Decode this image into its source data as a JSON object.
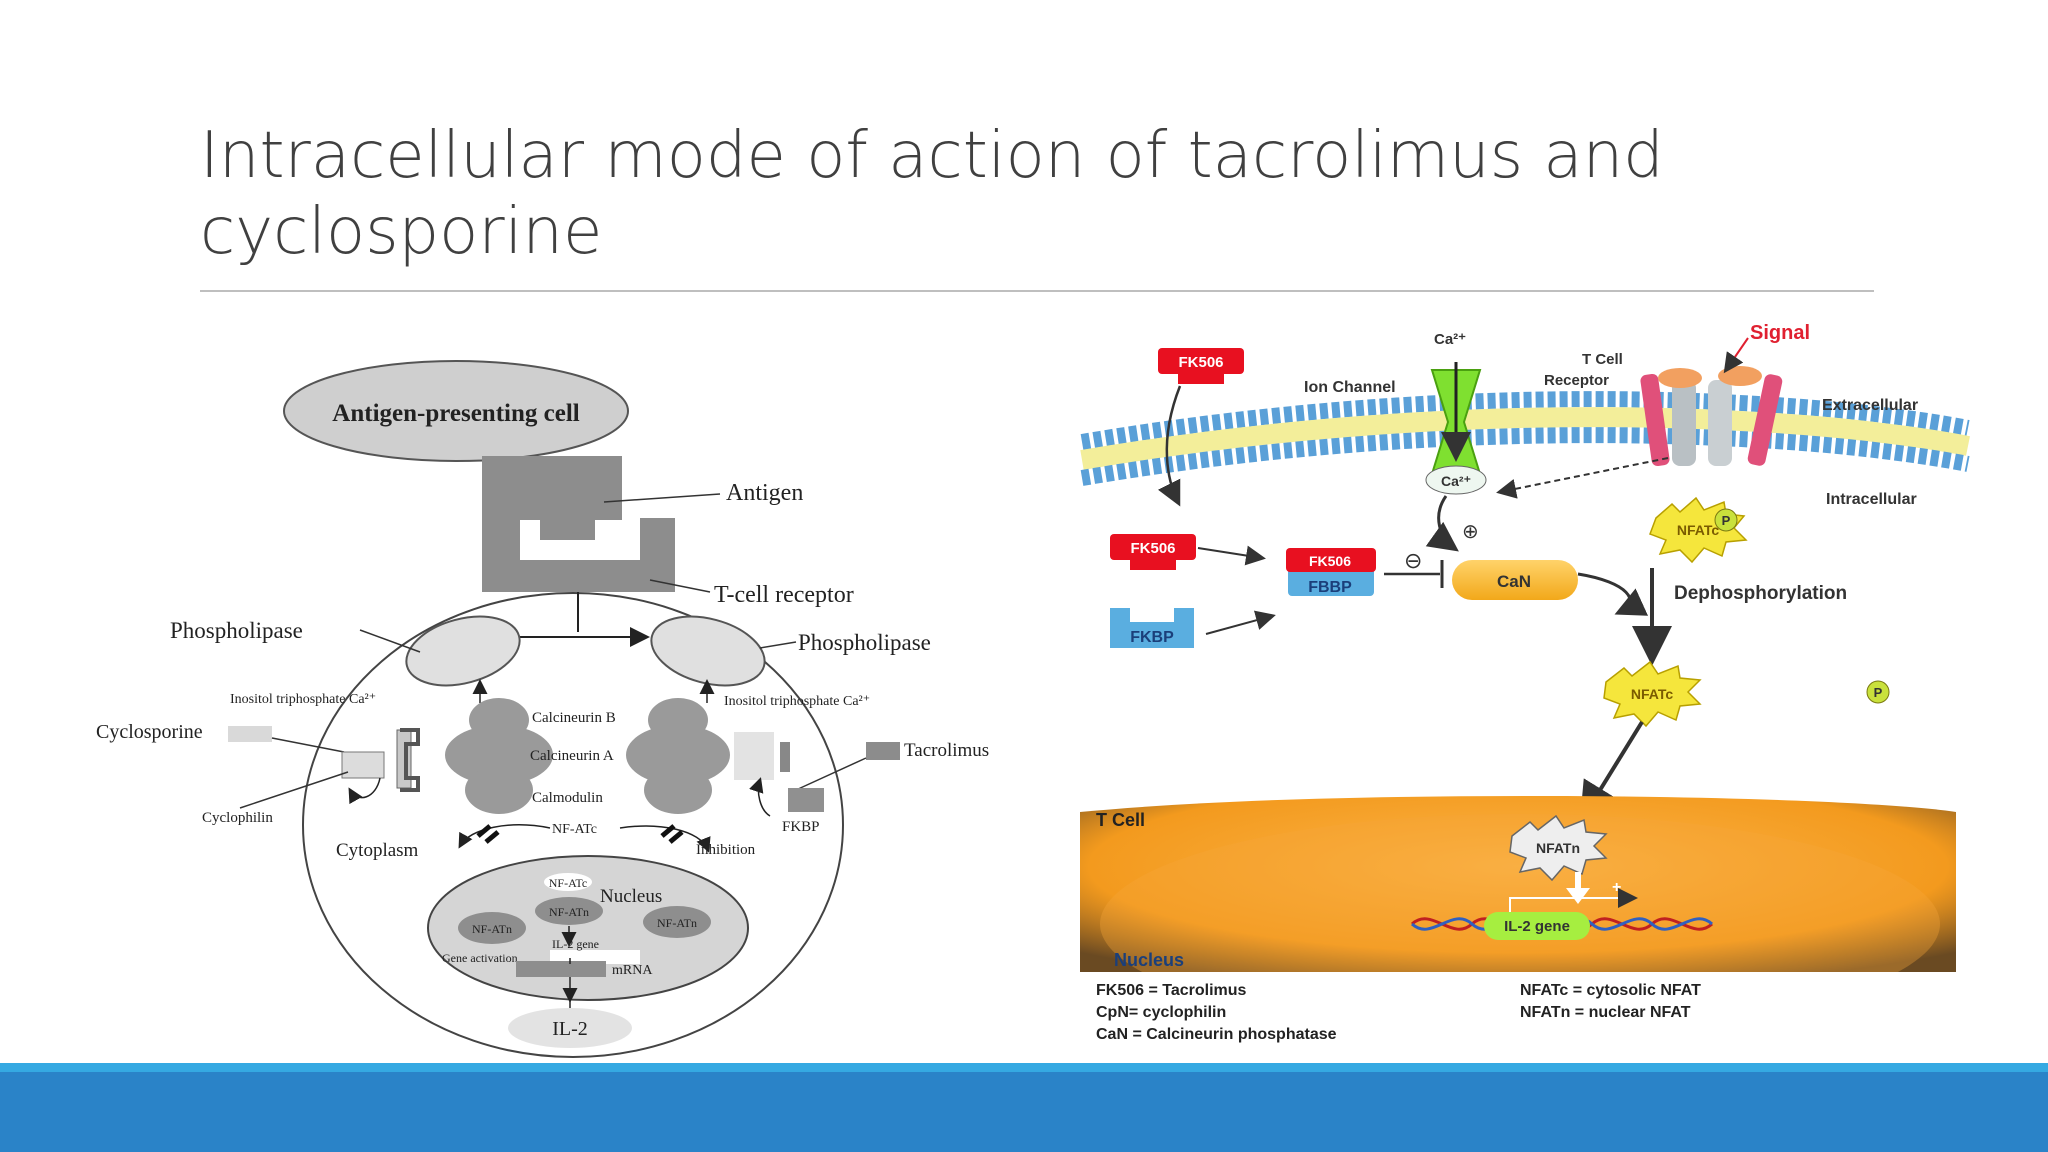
{
  "slide": {
    "title_line1": "Intracellular mode of action of tacrolimus and",
    "title_line2": "cyclosporine"
  },
  "left_diagram": {
    "apc": "Antigen-presenting cell",
    "antigen": "Antigen",
    "tcr": "T-cell receptor",
    "phospholipase_left": "Phospholipase",
    "phospholipase_right": "Phospholipase",
    "ip3_left": "Inositol triphosphate Ca²⁺",
    "ip3_right": "Inositol triphosphate Ca²⁺",
    "calcineurin_b": "Calcineurin B",
    "calcineurin_a": "Calcineurin A",
    "calmodulin": "Calmodulin",
    "cyclosporine": "Cyclosporine",
    "cyclophilin": "Cyclophilin",
    "tacrolimus": "Tacrolimus",
    "fkbp": "FKBP",
    "cytoplasm": "Cytoplasm",
    "nfatc_top": "NF-ATc",
    "inhibition": "Inhibition",
    "nucleus": "Nucleus",
    "nfatc_nuc": "NF-ATc",
    "nfatn_nuc": "NF-ATn",
    "nfatn_left": "NF-ATn",
    "nfatn_right": "NF-ATn",
    "il2_gene": "IL-2 gene",
    "gene_activation": "Gene activation",
    "mrna": "mRNA",
    "il2": "IL-2"
  },
  "right_diagram": {
    "ca_top": "Ca²⁺",
    "ion_channel": "Ion Channel",
    "tcell_receptor_1": "T Cell",
    "tcell_receptor_2": "Receptor",
    "signal": "Signal",
    "extracellular": "Extracellular",
    "intracellular": "Intracellular",
    "fk506_a": "FK506",
    "fk506_b": "FK506",
    "fk506_c": "FK506",
    "fkbp": "FKBP",
    "fbbp": "FBBP",
    "ca_inside": "Ca²⁺",
    "can": "CaN",
    "nfatc_1": "NFATc",
    "nfatc_2": "NFATc",
    "p": "P",
    "dephosphorylation": "Dephosphorylation",
    "tcell": "T Cell",
    "nfatn": "NFATn",
    "il2_gene": "IL-2 gene",
    "nucleus": "Nucleus",
    "legend_1": "FK506 = Tacrolimus",
    "legend_2": "CpN= cyclophilin",
    "legend_3": "CaN = Calcineurin phosphatase",
    "legend_4": "NFATc = cytosolic NFAT",
    "legend_5": "NFATn = nuclear NFAT"
  }
}
